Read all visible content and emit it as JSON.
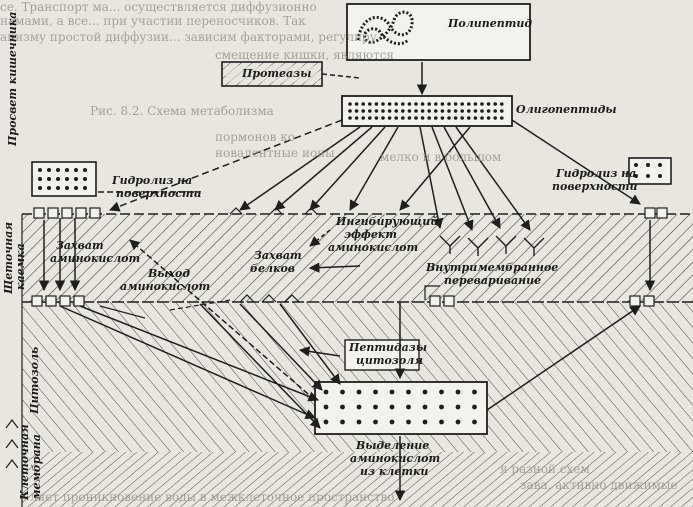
{
  "labels": {
    "polypeptide": "Полипептид",
    "proteases": "Протеазы",
    "oligopeptides": "Олигопептиды",
    "lumen": "Просвет кишечника",
    "hydrolysis_left_1": "Гидролиз на",
    "hydrolysis_left_2": "поверхности",
    "hydrolysis_right_1": "Гидролиз на",
    "hydrolysis_right_2": "поверхности",
    "brush_border_1": "Щеточная",
    "brush_border_2": "каемка",
    "amino_capture_1": "Захват",
    "amino_capture_2": "аминокислот",
    "amino_exit_1": "Выход",
    "amino_exit_2": "аминокислот",
    "protein_capture_1": "Захват",
    "protein_capture_2": "белков",
    "inhibiting_1": "Ингибирующий",
    "inhibiting_2": "эффект",
    "inhibiting_3": "аминокислот",
    "intramembrane_1": "Внутримембранное",
    "intramembrane_2": "переваривание",
    "cytosol_peptidases_1": "Пептидазы",
    "cytosol_peptidases_2": "цитозоля",
    "cytosol": "Цитозоль",
    "cell_membrane_1": "Клеточная",
    "cell_membrane_2": "мембрана",
    "release_1": "Выделение",
    "release_2": "аминокислот",
    "release_3": "из клетки"
  },
  "background_text": {
    "line_1": "се. Транспорт ма... осуществляется диффузионно",
    "line_2": "намами, а все... при участии переносчиков. Так",
    "line_3": "анизму простой диффузии... зависим факторами, регулиру",
    "line_4": "смещение кишки, являются",
    "line_5": "пормонов ко",
    "line_6": "новалентные ионы",
    "line_7": "мелко и в большом",
    "line_8": "Рис. 8.2. Схема метаболизма",
    "line_9": "я разной схем",
    "line_10": "ляет проникновение воды в межклеточное пространство",
    "line_11": "зава, активно движимые"
  },
  "colors": {
    "ink": "#1e1e1e",
    "paper": "#e9e6df",
    "box_fill": "#f4f2ed"
  }
}
